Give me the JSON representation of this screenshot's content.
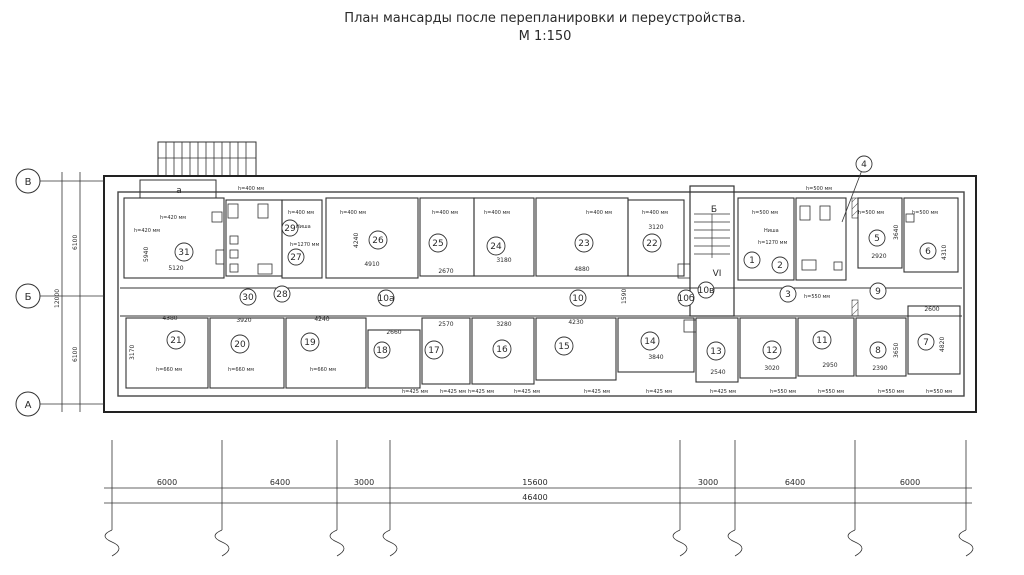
{
  "title": {
    "line1": "План мансарды после перепланировки и переустройства.",
    "line2": "М 1:150"
  },
  "rows": {
    "top": "В",
    "middle": "Б",
    "bottom": "А"
  },
  "vertical_dims": {
    "total": "12000",
    "upper": "6100",
    "lower": "6100"
  },
  "stair_labels": {
    "stair_top": "а",
    "stair_mid": "Б",
    "stair_roman": "VI"
  },
  "rooms": [
    {
      "id": "r31",
      "num": "31",
      "area": "5120"
    },
    {
      "id": "r30",
      "num": "30"
    },
    {
      "id": "r29",
      "num": "29"
    },
    {
      "id": "r27",
      "num": "27"
    },
    {
      "id": "r28",
      "num": "28"
    },
    {
      "id": "r26",
      "num": "26",
      "area": "4910"
    },
    {
      "id": "r25",
      "num": "25",
      "area": "2670"
    },
    {
      "id": "r24",
      "num": "24",
      "area": "3180"
    },
    {
      "id": "r23",
      "num": "23",
      "area": "4880"
    },
    {
      "id": "r22",
      "num": "22",
      "area": "3120"
    },
    {
      "id": "r1",
      "num": "1"
    },
    {
      "id": "r2",
      "num": "2"
    },
    {
      "id": "r3",
      "num": "3"
    },
    {
      "id": "r4",
      "num": "4"
    },
    {
      "id": "r5",
      "num": "5",
      "area": "2920"
    },
    {
      "id": "r6",
      "num": "6"
    },
    {
      "id": "r9",
      "num": "9"
    },
    {
      "id": "r10a",
      "num": "10а"
    },
    {
      "id": "r10",
      "num": "10"
    },
    {
      "id": "r10b",
      "num": "10б"
    },
    {
      "id": "r10v",
      "num": "10в"
    },
    {
      "id": "r21",
      "num": "21",
      "area": "4380"
    },
    {
      "id": "r20",
      "num": "20",
      "area": "3920"
    },
    {
      "id": "r19",
      "num": "19",
      "area": "4240"
    },
    {
      "id": "r18",
      "num": "18",
      "area": "2660"
    },
    {
      "id": "r17",
      "num": "17",
      "area": "2570"
    },
    {
      "id": "r16",
      "num": "16",
      "area": "3280"
    },
    {
      "id": "r15",
      "num": "15",
      "area": "4230"
    },
    {
      "id": "r14",
      "num": "14",
      "area": "3840"
    },
    {
      "id": "r13",
      "num": "13",
      "area": "2540"
    },
    {
      "id": "r12",
      "num": "12",
      "area": "3020"
    },
    {
      "id": "r11",
      "num": "11",
      "area": "2950"
    },
    {
      "id": "r8",
      "num": "8",
      "area": "2390"
    },
    {
      "id": "r7",
      "num": "7",
      "area": "2600"
    }
  ],
  "small_dims": {
    "d5940": "5940",
    "d4240": "4240",
    "d1590": "1590",
    "d3170": "3170",
    "d3640": "3640",
    "d4310": "4310",
    "d4820": "4820",
    "d3650": "3650"
  },
  "labels": {
    "nisha": "Ниша",
    "h1270": "h=1270 мм",
    "h420": "h=420 мм",
    "h400": "h=400 мм",
    "h500": "h=500 мм",
    "h550": "h=550 мм",
    "h660": "h=660 мм",
    "h425": "h=425 мм"
  },
  "bottom_dims": {
    "spans": [
      "6000",
      "6400",
      "3000",
      "15600",
      "3000",
      "6400",
      "6000"
    ],
    "total": "46400"
  }
}
